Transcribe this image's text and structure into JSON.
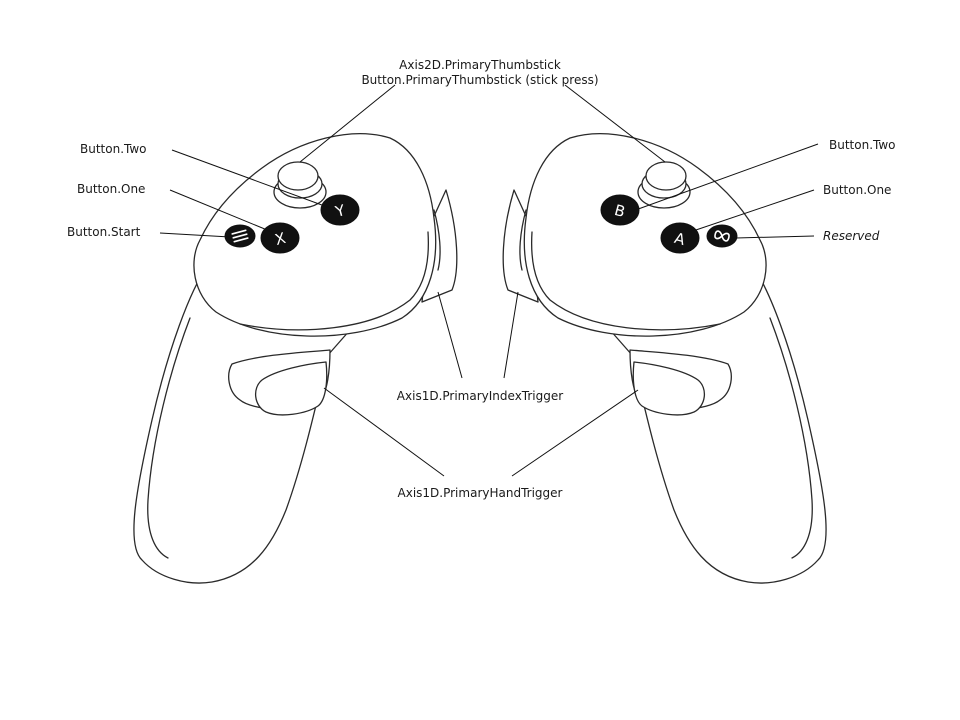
{
  "labels": {
    "thumbstick_axis": "Axis2D.PrimaryThumbstick",
    "thumbstick_press": "Button.PrimaryThumbstick (stick press)",
    "left_button_two": "Button.Two",
    "left_button_one": "Button.One",
    "left_button_start": "Button.Start",
    "right_button_two": "Button.Two",
    "right_button_one": "Button.One",
    "right_reserved": "Reserved",
    "index_trigger": "Axis1D.PrimaryIndexTrigger",
    "hand_trigger": "Axis1D.PrimaryHandTrigger"
  },
  "buttons": {
    "left_y": "Y",
    "left_x": "X",
    "right_b": "B",
    "right_a": "A"
  },
  "colors": {
    "line": "#2a2a2a",
    "button_fill": "#111111",
    "background": "#ffffff"
  }
}
